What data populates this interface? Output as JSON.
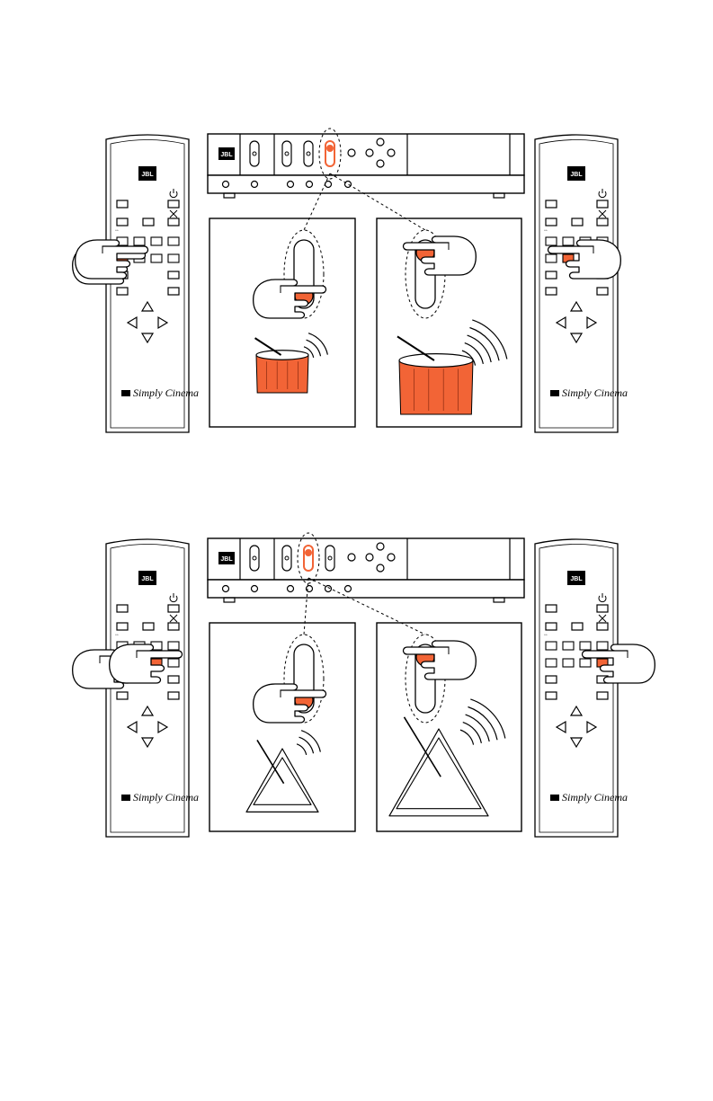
{
  "colors": {
    "accent": "#F26436",
    "line": "#000000",
    "paper": "#ffffff"
  },
  "remote": {
    "logo": "JBL",
    "brand": "Simply Cinema"
  },
  "receiver": {
    "logo": "JBL"
  },
  "icons": [
    "hand-pointer-icon",
    "power-icon",
    "mute-icon",
    "arrow-up-icon",
    "arrow-down-icon",
    "arrow-left-icon",
    "arrow-right-icon",
    "drum-icon",
    "triangle-instrument-icon",
    "sound-waves-icon"
  ],
  "rows": [
    {
      "active_receiver_slider": 3,
      "left_remote_active_key": "row4-col1",
      "right_remote_active_key": "row4-col2",
      "instrument": "drum",
      "panels": [
        {
          "level": "low",
          "instrument_size": "small"
        },
        {
          "level": "high",
          "instrument_size": "large"
        }
      ]
    },
    {
      "active_receiver_slider": 2,
      "left_remote_active_key": "row4-col3",
      "right_remote_active_key": "row4-col4",
      "instrument": "triangle",
      "panels": [
        {
          "level": "low",
          "instrument_size": "small"
        },
        {
          "level": "high",
          "instrument_size": "large"
        }
      ]
    }
  ]
}
